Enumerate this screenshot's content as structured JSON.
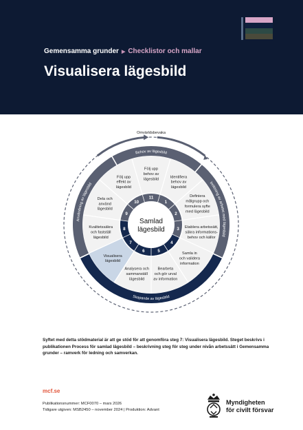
{
  "header": {
    "breadcrumb_main": "Gemensamma grunder",
    "breadcrumb_sub": "Checklistor och mallar",
    "title": "Visualisera lägesbild",
    "swatch_colors": [
      "#d7a6c7",
      "#0e1f3d",
      "#2d4a45",
      "#4a4a3a"
    ]
  },
  "diagram": {
    "center": {
      "line1": "Samlad",
      "line2": "lägesbild"
    },
    "outer_label": "Omvärldsbevaka",
    "arcs": {
      "top": "Behov av lägesbild",
      "left": "Användning av lägesbild",
      "right": "Inriktning av arbetet med lägesbild",
      "bottom": "Skapande av lägesbild"
    },
    "steps": [
      {
        "number": "1",
        "lines": [
          "Identifiera",
          "behov av",
          "lägesbild"
        ]
      },
      {
        "number": "2",
        "lines": [
          "Definiera",
          "målgrupp och",
          "formulera syfte",
          "med lägesbild"
        ]
      },
      {
        "number": "3",
        "lines": [
          "Etablera arbetssätt,",
          "säkra informations-",
          "behov och källor"
        ]
      },
      {
        "number": "4",
        "lines": [
          "Samla in",
          "och validera",
          "information"
        ]
      },
      {
        "number": "5",
        "lines": [
          "Bearbeta",
          "och gör urval",
          "av information"
        ]
      },
      {
        "number": "6",
        "lines": [
          "Analysera och",
          "sammanställ",
          "lägesbild"
        ]
      },
      {
        "number": "7",
        "lines": [
          "Visualisera",
          "lägesbild"
        ]
      },
      {
        "number": "8",
        "lines": [
          "Kvalitetssäkra",
          "och fastställ",
          "lägesbild"
        ]
      },
      {
        "number": "9",
        "lines": [
          "Dela och",
          "använd",
          "lägesbild"
        ]
      },
      {
        "number": "10",
        "lines": [
          "Följ upp",
          "effekt av",
          "lägesbild"
        ]
      },
      {
        "number": "11",
        "lines": [
          "Följ upp",
          "behov av",
          "lägesbild"
        ]
      }
    ],
    "highlighted_step": "7",
    "colors": {
      "dark": "#14284e",
      "mid": "#5a6072",
      "highlight": "#c9d6e6",
      "panel": "#f2f2f2"
    }
  },
  "body": {
    "text": "Syftet med detta stödmaterial är att ge stöd för att genomföra steg 7: Visualisera lägesbild. Steget beskrivs i publikationen Process för samlad lägesbild – beskrivning steg för steg under nivån arbetssätt i Gemensamma grunder – ramverk för ledning och samverkan."
  },
  "footer": {
    "site": "mcf.se",
    "pub_number": "Publikationsnummer: MCF0070 – mars 2026",
    "earlier": "Tidigare utgiven: MSB2450 – november 2024 | Produktion: Advant",
    "logo_line1": "Myndigheten",
    "logo_line2": "för civilt försvar"
  }
}
